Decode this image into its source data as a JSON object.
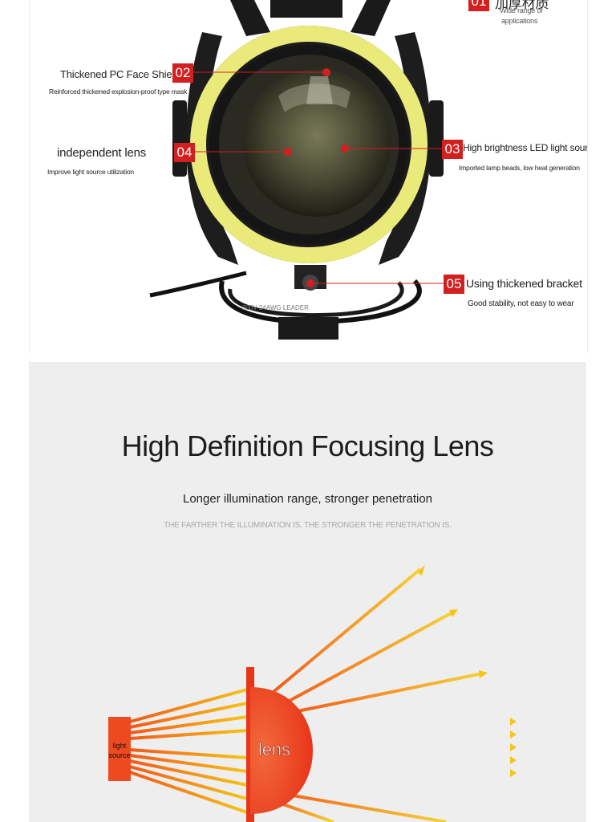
{
  "top_panel": {
    "callout_01": {
      "badge": "01",
      "title": "加厚材质",
      "subtitle_line1": "Wide range of",
      "subtitle_line2": "applications"
    },
    "callout_02": {
      "badge": "02",
      "title": "Thickened PC Face Shield",
      "subtitle": "Reinforced thickened explosion-proof type mask"
    },
    "callout_03": {
      "badge": "03",
      "title": "High brightness LED light source",
      "subtitle": "Imported lamp beads, low heat generation"
    },
    "callout_04": {
      "badge": "04",
      "title": "independent lens",
      "subtitle": "Improve light source utilization"
    },
    "callout_05": {
      "badge": "05",
      "title": "Using thickened bracket",
      "subtitle": "Good stability, not easy to wear"
    },
    "cable_print": "300V  24AWG  LEADER"
  },
  "bottom_panel": {
    "headline": "High Definition Focusing Lens",
    "subline": "Longer illumination range, stronger penetration",
    "microline": "THE FARTHER THE ILLUMINATION IS, THE STRONGER THE PENETRATION IS.",
    "diagram": {
      "source_label_line1": "light",
      "source_label_line2": "source",
      "lens_label": "lens"
    }
  },
  "colors": {
    "accent_red": "#d21f1f",
    "halo_yellow": "#e9ea7a",
    "ray_orange": "#f05a1a",
    "ray_yellow": "#f5c518"
  }
}
